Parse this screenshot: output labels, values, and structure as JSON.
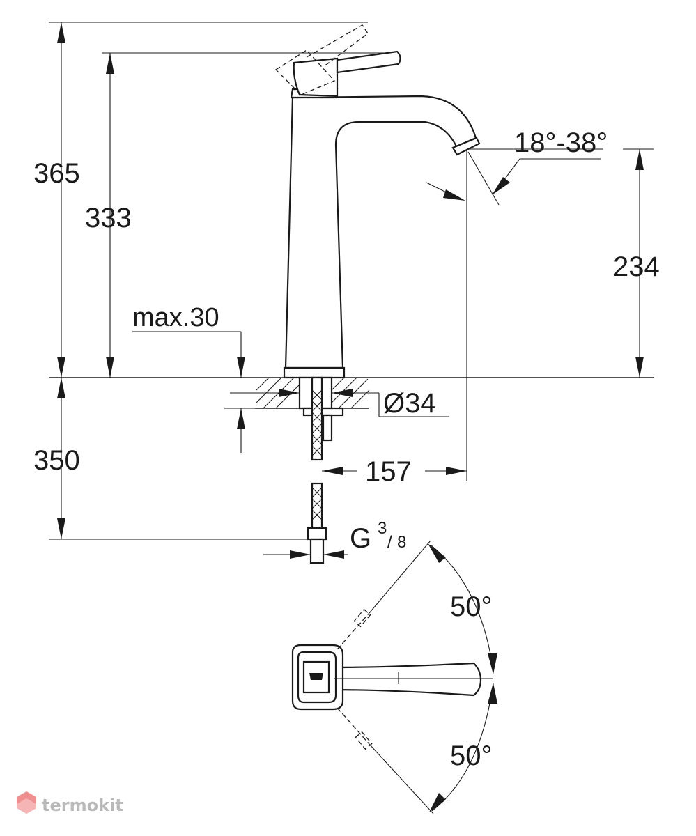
{
  "dimensions": {
    "total_height": "365",
    "lever_height": "333",
    "spout_height": "234",
    "max_deck": "max.30",
    "hole_diameter": "Ø34",
    "below_deck": "350",
    "reach": "157",
    "spout_angle": "18°-38°",
    "connection_main": "G",
    "connection_num": "3",
    "connection_den": "8",
    "lever_angle_top": "50°",
    "lever_angle_bottom": "50°"
  },
  "watermark": {
    "brand": "termokit"
  },
  "colors": {
    "line": "#1a1a1a",
    "watermark": "#b9b9b9",
    "watermark_accent": "#f08f8f"
  }
}
